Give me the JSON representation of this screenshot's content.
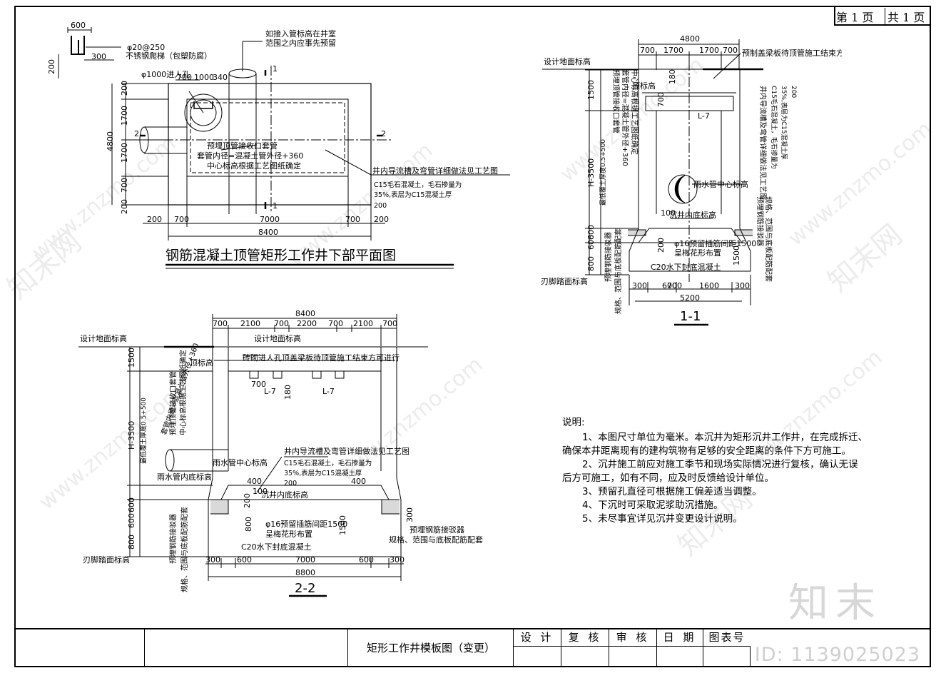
{
  "header": {
    "page_no": "第 1 页",
    "page_total": "共 1 页"
  },
  "plan": {
    "title": "钢筋混凝土顶管矩形工作井下部平面图",
    "ladder_width": "600",
    "ladder_rod": "φ20@250",
    "ladder_note": "不锈钢爬梯（包塑防腐）",
    "ladder_300": "300",
    "ladder_200": "200",
    "manhole": "φ1000进人孔",
    "dims_top": [
      "700",
      "1000",
      "340"
    ],
    "note_pipe_line1": "如接入管标高在井室",
    "note_pipe_line2": "范围之内应事先预留",
    "embed_line1": "预埋顶管接收口套管",
    "embed_line2": "套管内径=混凝土管外径+360",
    "embed_line3": "中心标高根据工艺图纸确定",
    "groove_note": "井内导流槽及弯管详细做法见工艺图",
    "c15_line1": "C15毛石混凝土，毛石掺量为",
    "c15_line2": "35%,表层为C15混凝土厚",
    "c15_line3": "200",
    "dims_left": [
      "200",
      "1700",
      "1700",
      "700",
      "200"
    ],
    "total_h": "4800",
    "dims_bottom": [
      "200",
      "700",
      "7000",
      "700",
      "200"
    ],
    "total_w": "8400",
    "sec1": "1",
    "sec2": "2"
  },
  "sec11": {
    "title": "1-1",
    "top_total": "4800",
    "top_dims": [
      "700",
      "1700",
      "1700",
      "700"
    ],
    "ground": "设计地面标高",
    "cover_note": "预制盖梁板待顶管施工结束方可进行",
    "v_1500": "1500",
    "v_h": "H-3500",
    "v_note": "最低覆土厚度0.5+500",
    "v_800": "800",
    "v_600a": "600",
    "v_600b": "600",
    "embed_line1": "预埋顶管接收口套管",
    "embed_line2": "套管内径=混凝土管外径+360",
    "embed_line3": "中心标高根据工艺图纸确定",
    "top_mark": "顶标高",
    "d180": "180",
    "d700": "700",
    "beam": "L-7",
    "pipe_center": "雨水管中心标高",
    "groove_note": "井内导流槽及弯管详细做法见工艺图",
    "c15_line1": "C15毛石混凝土，毛石掺量为",
    "c15_line2": "35%,表层为C15混凝土厚",
    "c15_line3": "200",
    "bottom_mark": "沉井内底标高",
    "d100": "100",
    "d200": "200",
    "d1500": "1500",
    "rebar": "φ16预留插筋间距1500",
    "plum": "呈梅花形布置",
    "c20": "C20水下封底混凝土",
    "conn_left": "预埋钢筋接驳器",
    "conn_left2": "规格、范围与底板配筋配套",
    "conn_right": "预埋钢筋接驳器",
    "conn_right2": "规格、范围与底板配筋配套",
    "blade": "刃脚踏面标高",
    "bottom_dims": [
      "300",
      "600",
      "700",
      "1600",
      "300"
    ],
    "total_w": "5200"
  },
  "sec22": {
    "title": "2-2",
    "top_total": "8400",
    "top_dims": [
      "700",
      "2100",
      "700",
      "2200",
      "700",
      "2100",
      "700"
    ],
    "ground": "设计地面标高",
    "brick_note": "砖砌进人孔顶盖梁板待顶管施工结束方可进行",
    "top_mark": "顶标高",
    "v_1500": "1500",
    "v_h": "H-3500",
    "v_note": "最低覆土厚度0.5+500",
    "v_800": "800",
    "v_600a": "600",
    "v_600b": "600",
    "embed_line1": "预埋顶管接收口套管",
    "embed_line2": "套管内径=混凝土管外径+360",
    "embed_line3": "中心标高根据工艺图纸确定",
    "d700": "700",
    "d180": "180",
    "beam": "L-7",
    "pipe_center": "雨水管中心标高",
    "pipe_bottom": "雨水管内底标高",
    "groove_note": "井内导流槽及弯管详细做法见工艺图",
    "c15_line1": "C15毛石混凝土，毛石掺量为",
    "c15_line2": "35%,表层为C15混凝土厚",
    "c15_line3": "200",
    "d400a": "400",
    "d400b": "400",
    "bottom_mark": "沉井内底标高",
    "d100": "100",
    "d200": "200",
    "d800": "800",
    "d1500": "1500",
    "d300": "300",
    "rebar": "φ16预留插筋间距1500",
    "plum": "呈梅花形布置",
    "c20": "C20水下封底混凝土",
    "conn_left": "预埋钢筋接驳器",
    "conn_left2": "规格、范围与底板配筋配套",
    "conn_right": "预埋钢筋接驳器",
    "conn_right2": "规格、范围与底板配筋配套",
    "blade": "刃脚踏面标高",
    "bottom_dims": [
      "300",
      "600",
      "7000",
      "600",
      "300"
    ],
    "total_w": "8800"
  },
  "notes": {
    "heading": "说明:",
    "items": [
      "1、本图尺寸单位为毫米。本沉井为矩形沉井工作井，在完成拆迁、",
      "确保本井距离现有的建构筑物有足够的安全距离的条件下方可施工。",
      "2、沉井施工前应对施工季节和现场实际情况进行复核，确认无误",
      "后方可施工，如有不同，应及时反馈给设计单位。",
      "3、预留孔直径可根据施工偏差适当调整。",
      "4、下沉时可采取泥浆助沉措施。",
      "5、未尽事宜详见沉井变更设计说明。"
    ]
  },
  "titleblock": {
    "drawing_name": "矩形工作井模板图（变更）",
    "design": "设 计",
    "review": "复 核",
    "audit": "审 核",
    "date": "日 期",
    "sheet_no": "图表号"
  },
  "watermark": {
    "logo": "知末",
    "id": "ID: 1139025023",
    "site": "www.znzmo.com",
    "brand": "知末网"
  }
}
